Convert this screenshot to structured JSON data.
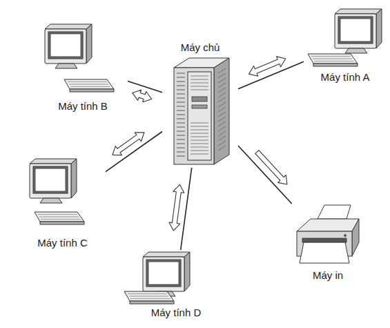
{
  "diagram": {
    "nodes": [
      {
        "text": [
          "Máy chủ"
        ]
      },
      {
        "text": [
          "Máy tính A"
        ]
      },
      {
        "text": [
          "Máy tính B"
        ]
      },
      {
        "text": [
          "Máy tính C"
        ]
      },
      {
        "text": [
          "Máy tính D"
        ]
      },
      {
        "text": [
          "Máy in"
        ]
      }
    ],
    "edges": [
      {
        "from": 0,
        "to": 1,
        "arrow": "both"
      },
      {
        "from": 0,
        "to": 2,
        "arrow": "both"
      },
      {
        "from": 0,
        "to": 3,
        "arrow": "both"
      },
      {
        "from": 0,
        "to": 4,
        "arrow": "both"
      },
      {
        "from": 0,
        "to": 5,
        "arrow": "to"
      }
    ]
  }
}
